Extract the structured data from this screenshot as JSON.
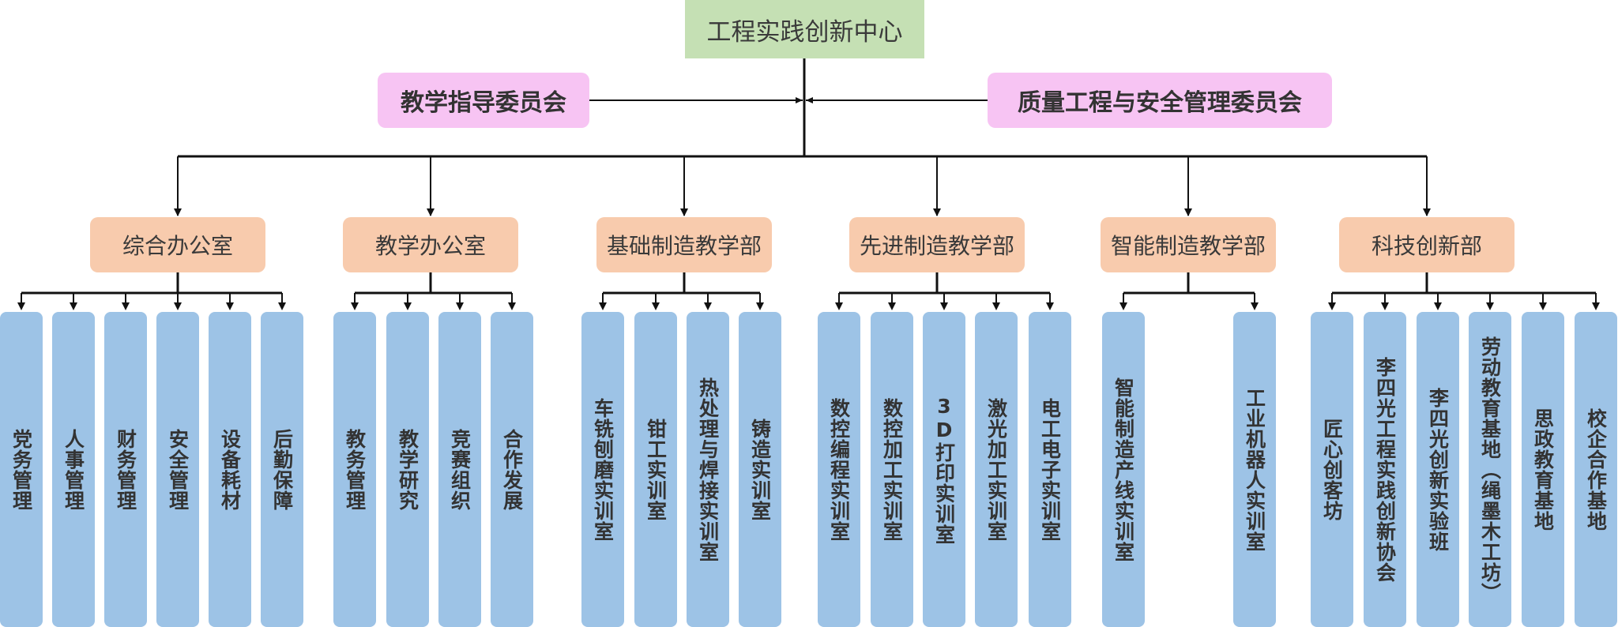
{
  "root": {
    "label": "工程实践创新中心",
    "color": "#c5e0b4"
  },
  "committees": [
    {
      "label": "教学指导委员会",
      "color": "#f7c4f3"
    },
    {
      "label": "质量工程与安全管理委员会",
      "color": "#f7c4f3"
    }
  ],
  "departments": [
    {
      "label": "综合办公室",
      "units": [
        "党务管理",
        "人事管理",
        "财务管理",
        "安全管理",
        "设备耗材",
        "后勤保障"
      ]
    },
    {
      "label": "教学办公室",
      "units": [
        "教务管理",
        "教学研究",
        "竞赛组织",
        "合作发展"
      ]
    },
    {
      "label": "基础制造教学部",
      "units": [
        "车铣刨磨实训室",
        "钳工实训室",
        "热处理与焊接实训室",
        "铸造实训室"
      ]
    },
    {
      "label": "先进制造教学部",
      "units": [
        "数控编程实训室",
        "数控加工实训室",
        "3D打印实训室",
        "激光加工实训室",
        "电工电子实训室"
      ]
    },
    {
      "label": "智能制造教学部",
      "units": [
        "智能制造产线实训室",
        "工业机器人实训室"
      ]
    },
    {
      "label": "科技创新部",
      "units": [
        "匠心创客坊",
        "李四光工程实践创新协会",
        "李四光创新实验班",
        "劳动教育基地（绳墨木工坊）",
        "思政教育基地",
        "校企合作基地"
      ]
    }
  ],
  "colors": {
    "department": "#f8cbad",
    "unit": "#9dc3e6",
    "connector": "#111111"
  }
}
